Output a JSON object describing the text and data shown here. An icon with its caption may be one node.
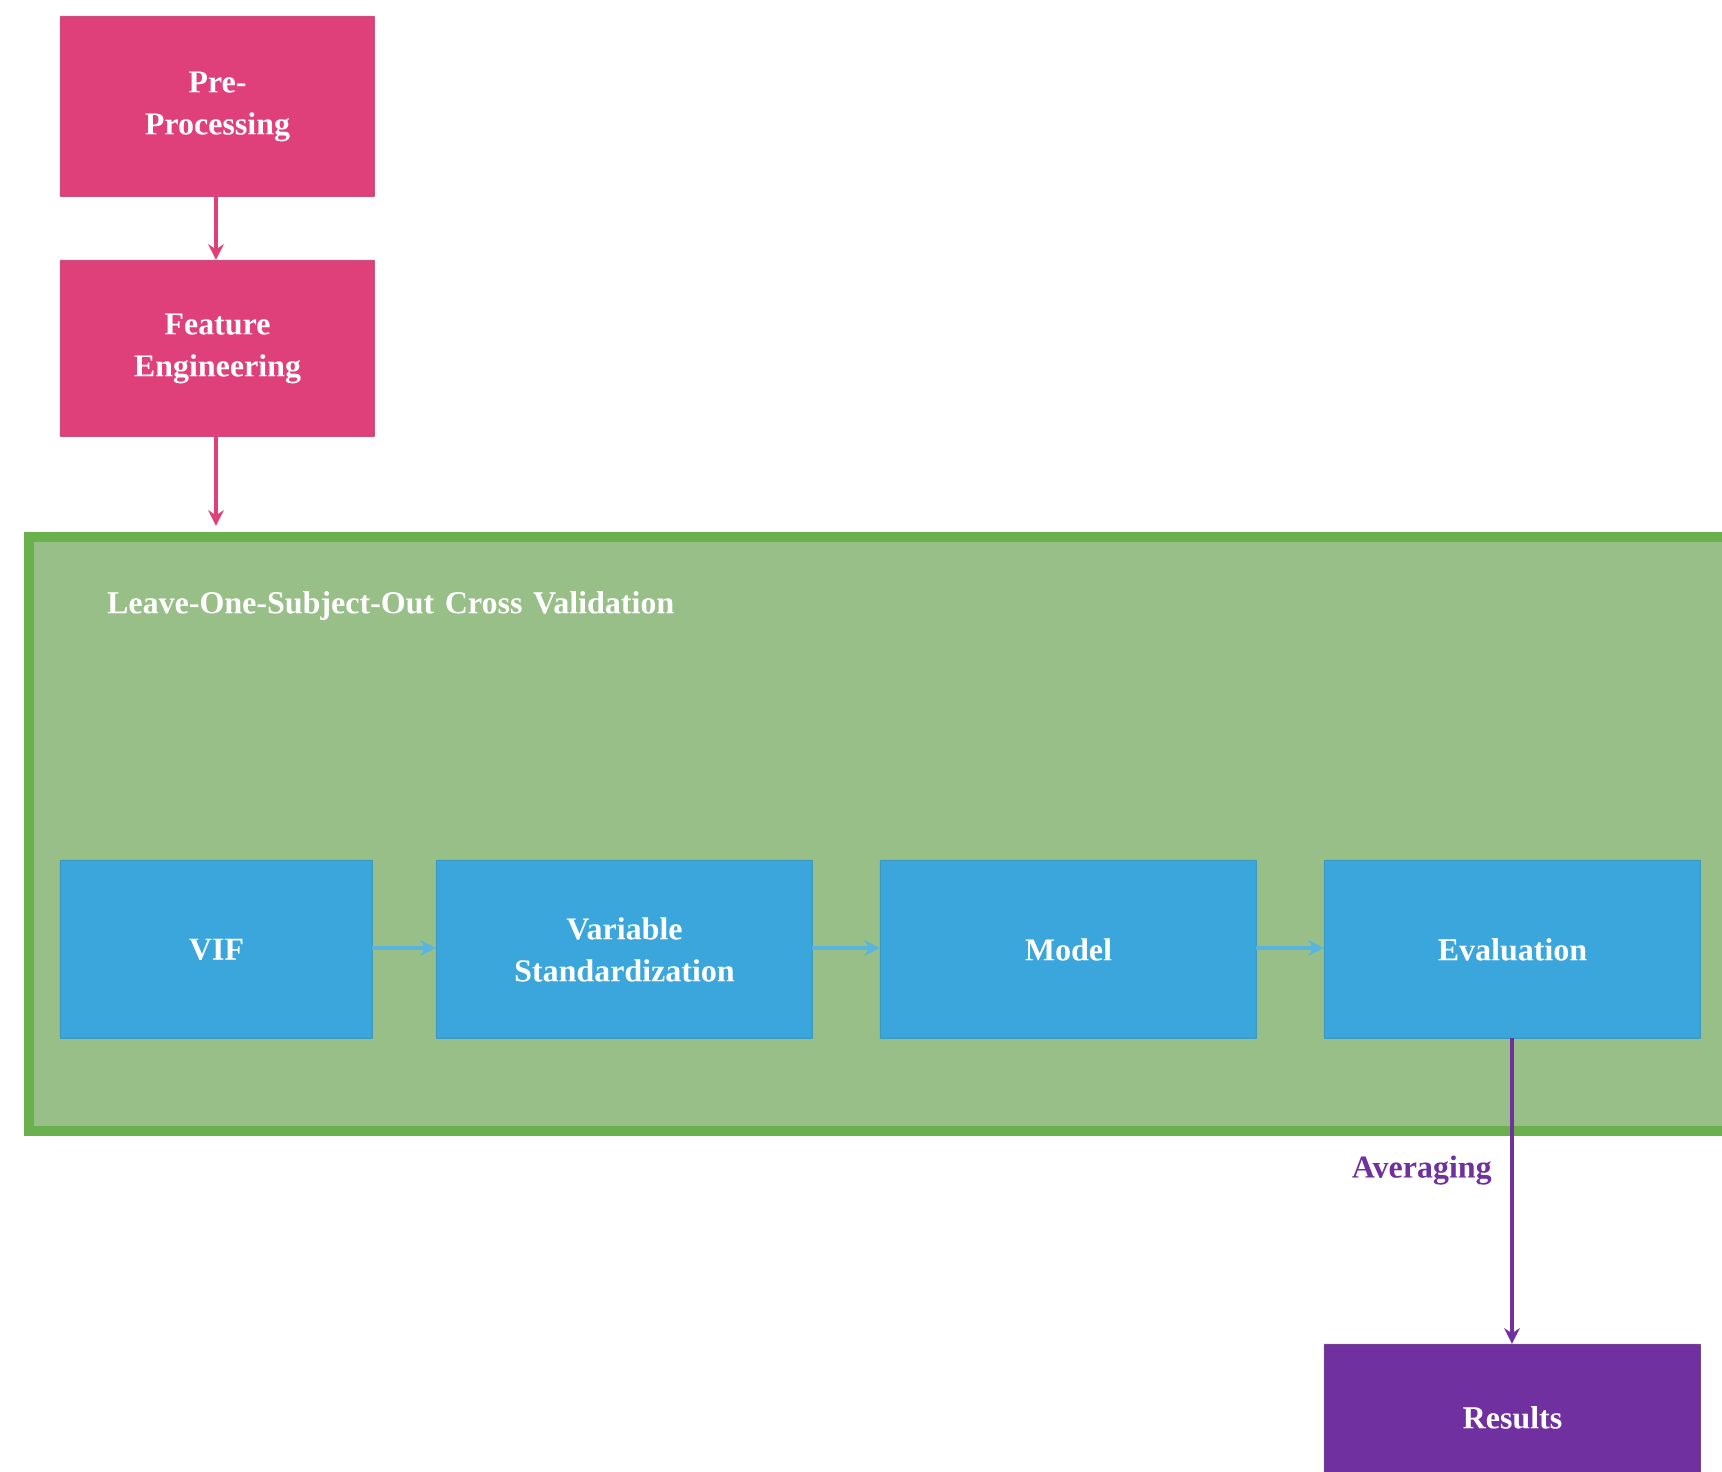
{
  "diagram": {
    "nodes": [
      {
        "text": [
          "Pre- Processing"
        ]
      },
      {
        "text": [
          "Feature Engineering"
        ]
      },
      {
        "text": [
          "Leave-One-Subject-Out Cross Validation"
        ]
      },
      {
        "text": [
          "VIF"
        ],
        "in": 2
      },
      {
        "text": [
          "Variable Standardization"
        ],
        "in": 2
      },
      {
        "text": [
          "Model"
        ],
        "in": 2
      },
      {
        "text": [
          "Evaluation"
        ],
        "in": 2
      },
      {
        "text": [
          "Results"
        ]
      }
    ],
    "edges": [
      {
        "from": 0,
        "to": 1,
        "arrow": "to",
        "color": "#e0407a"
      },
      {
        "from": 1,
        "to": 2,
        "arrow": "to",
        "color": "#e0407a"
      },
      {
        "from": 3,
        "to": 4,
        "arrow": "to"
      },
      {
        "from": 4,
        "to": 5,
        "arrow": "to"
      },
      {
        "from": 5,
        "to": 6,
        "arrow": "to"
      },
      {
        "from": 6,
        "to": 7,
        "arrow": "to",
        "label": "Averaging",
        "color": "#7030a0"
      }
    ]
  }
}
